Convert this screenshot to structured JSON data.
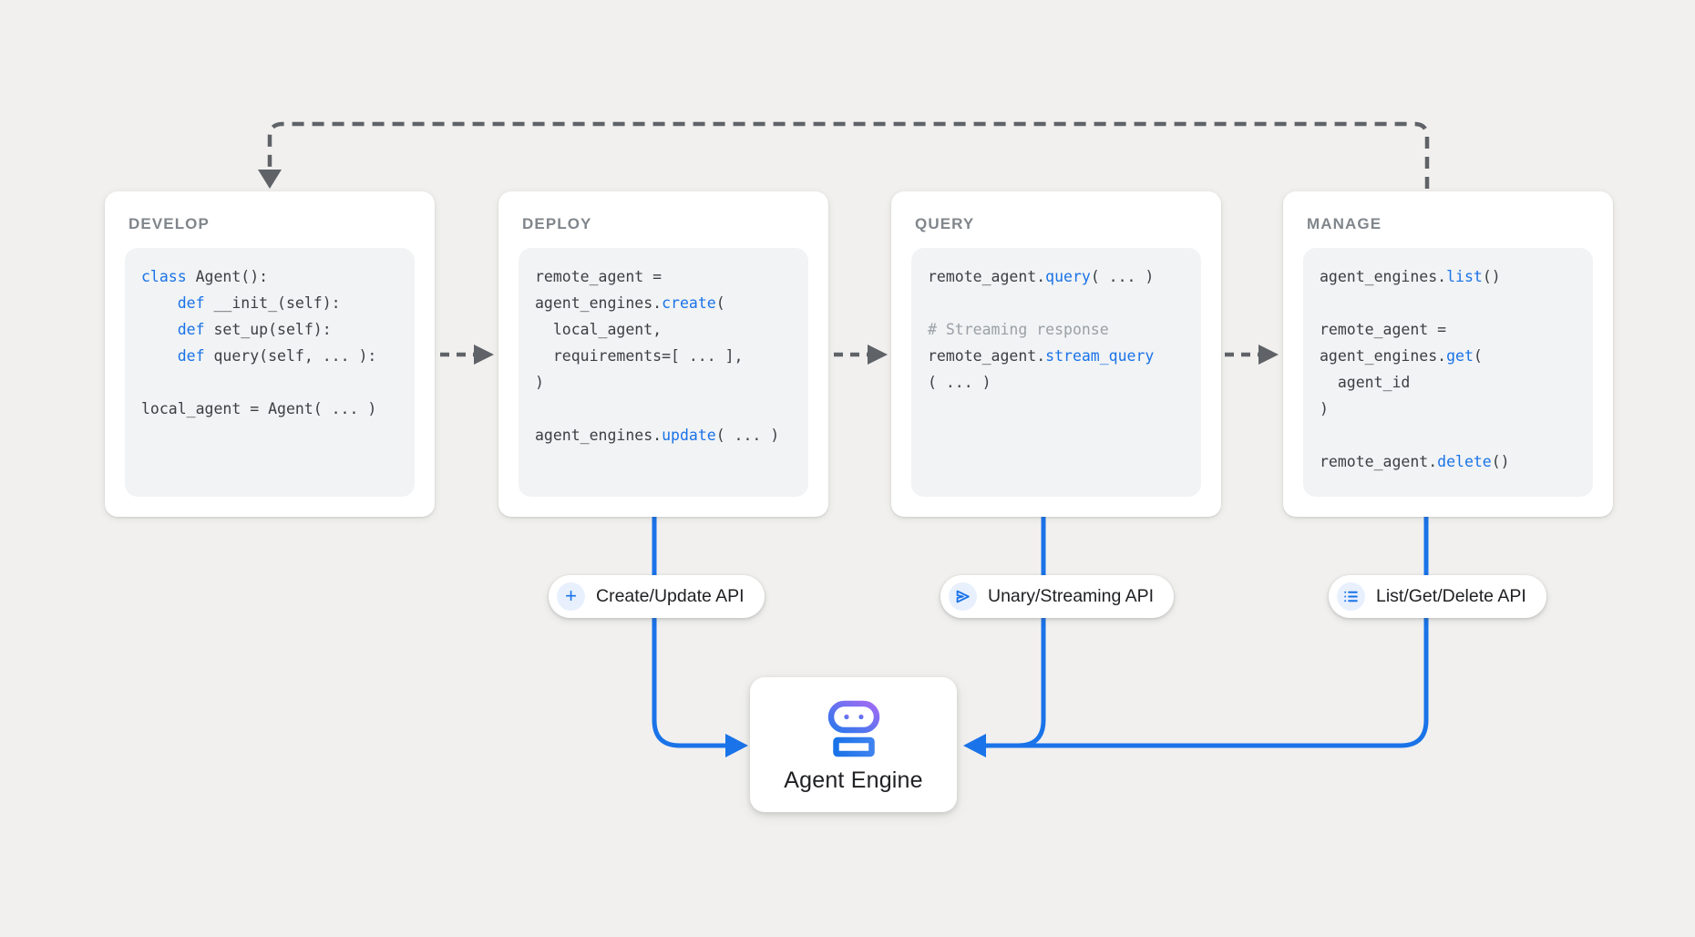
{
  "colors": {
    "background": "#f1f0ee",
    "card_background": "#ffffff",
    "code_background": "#f1f3f4",
    "card_title_gray": "#80868b",
    "code_text": "#3c4043",
    "keyword_blue": "#1a73e8",
    "comment_gray": "#9aa0a6",
    "connector_gray": "#5f6368",
    "connector_blue": "#1a73e8",
    "icon_circle_bg": "#e8f0fe",
    "robot_gradient_blue": "#2b78ec",
    "robot_gradient_purple": "#a26bf4"
  },
  "cards": [
    {
      "title": "DEVELOP",
      "code": [
        [
          {
            "t": "class",
            "c": "kw"
          },
          {
            "t": " Agent():",
            "c": "p"
          }
        ],
        [
          {
            "t": "    ",
            "c": "p"
          },
          {
            "t": "def",
            "c": "kw"
          },
          {
            "t": " __init_(self):",
            "c": "p"
          }
        ],
        [
          {
            "t": "    ",
            "c": "p"
          },
          {
            "t": "def",
            "c": "kw"
          },
          {
            "t": " set_up(self):",
            "c": "p"
          }
        ],
        [
          {
            "t": "    ",
            "c": "p"
          },
          {
            "t": "def",
            "c": "kw"
          },
          {
            "t": " query(self, ... ):",
            "c": "p"
          }
        ],
        [],
        [
          {
            "t": "local_agent = Agent( ... )",
            "c": "p"
          }
        ]
      ]
    },
    {
      "title": "DEPLOY",
      "code": [
        [
          {
            "t": "remote_agent =",
            "c": "p"
          }
        ],
        [
          {
            "t": "agent_engines.",
            "c": "p"
          },
          {
            "t": "create",
            "c": "kw"
          },
          {
            "t": "(",
            "c": "p"
          }
        ],
        [
          {
            "t": "  local_agent,",
            "c": "p"
          }
        ],
        [
          {
            "t": "  requirements=[ ... ],",
            "c": "p"
          }
        ],
        [
          {
            "t": ")",
            "c": "p"
          }
        ],
        [],
        [
          {
            "t": "agent_engines.",
            "c": "p"
          },
          {
            "t": "update",
            "c": "kw"
          },
          {
            "t": "( ... )",
            "c": "p"
          }
        ]
      ]
    },
    {
      "title": "QUERY",
      "code": [
        [
          {
            "t": "remote_agent.",
            "c": "p"
          },
          {
            "t": "query",
            "c": "kw"
          },
          {
            "t": "( ... )",
            "c": "p"
          }
        ],
        [],
        [
          {
            "t": "# Streaming response",
            "c": "cm"
          }
        ],
        [
          {
            "t": "remote_agent.",
            "c": "p"
          },
          {
            "t": "stream_query",
            "c": "kw"
          }
        ],
        [
          {
            "t": "( ... )",
            "c": "p"
          }
        ]
      ]
    },
    {
      "title": "MANAGE",
      "code": [
        [
          {
            "t": "agent_engines.",
            "c": "p"
          },
          {
            "t": "list",
            "c": "kw"
          },
          {
            "t": "()",
            "c": "p"
          }
        ],
        [],
        [
          {
            "t": "remote_agent =",
            "c": "p"
          }
        ],
        [
          {
            "t": "agent_engines.",
            "c": "p"
          },
          {
            "t": "get",
            "c": "kw"
          },
          {
            "t": "(",
            "c": "p"
          }
        ],
        [
          {
            "t": "  agent_id",
            "c": "p"
          }
        ],
        [
          {
            "t": ")",
            "c": "p"
          }
        ],
        [],
        [
          {
            "t": "remote_agent.",
            "c": "p"
          },
          {
            "t": "delete",
            "c": "kw"
          },
          {
            "t": "()",
            "c": "p"
          }
        ]
      ]
    }
  ],
  "pills": [
    {
      "label": "Create/Update API",
      "icon": "plus-icon",
      "plus_glyph": "+"
    },
    {
      "label": "Unary/Streaming API",
      "icon": "send-icon"
    },
    {
      "label": "List/Get/Delete API",
      "icon": "list-icon"
    }
  ],
  "engine": {
    "label": "Agent Engine",
    "icon": "robot-icon"
  }
}
